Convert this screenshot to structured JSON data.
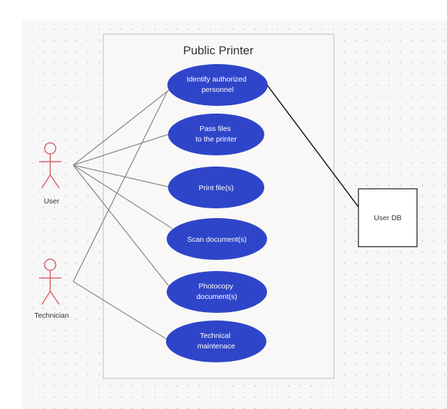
{
  "system": {
    "title": "Public Printer"
  },
  "actors": {
    "user": {
      "label": "User"
    },
    "technician": {
      "label": "Technician"
    }
  },
  "use_cases": [
    {
      "id": "identify",
      "lines": [
        "Identify authorized",
        "personnel"
      ]
    },
    {
      "id": "pass",
      "lines": [
        "Pass files",
        "to the printer"
      ]
    },
    {
      "id": "print",
      "lines": [
        "Print file(s)"
      ]
    },
    {
      "id": "scan",
      "lines": [
        "Scan document(s)"
      ]
    },
    {
      "id": "photocopy",
      "lines": [
        "Photocopy",
        "document(s)"
      ]
    },
    {
      "id": "maintenance",
      "lines": [
        "Technical",
        "maintenace"
      ]
    }
  ],
  "external": {
    "label": "User DB"
  },
  "colors": {
    "use_case_fill": "#2f45c9",
    "actor_stroke": "#d9606a",
    "association": "#888888",
    "db_link": "#111111",
    "boundary_fill": "#f9f8f6",
    "boundary_stroke": "#bdbdbd"
  }
}
